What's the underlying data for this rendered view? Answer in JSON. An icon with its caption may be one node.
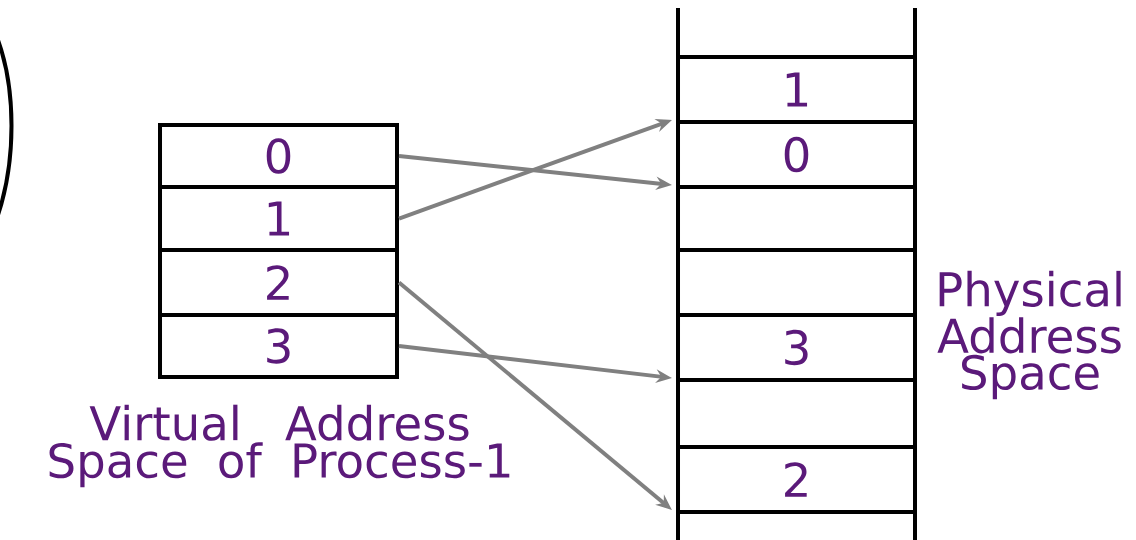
{
  "diagram": {
    "nodes": [
      {
        "text": [
          "Virtual Address Space of Process-1"
        ]
      },
      {
        "text": [
          "0"
        ],
        "in": 0
      },
      {
        "text": [
          "1"
        ],
        "in": 0
      },
      {
        "text": [
          "2"
        ],
        "in": 0
      },
      {
        "text": [
          "3"
        ],
        "in": 0
      },
      {
        "text": [
          "Physical Address Space"
        ]
      },
      {
        "text": [
          "1"
        ],
        "in": 5
      },
      {
        "text": [
          "0"
        ],
        "in": 5
      },
      {
        "text": [],
        "shape": "box",
        "in": 5
      },
      {
        "text": [],
        "shape": "box",
        "in": 5
      },
      {
        "text": [
          "3"
        ],
        "in": 5
      },
      {
        "text": [],
        "shape": "box",
        "in": 5
      },
      {
        "text": [
          "2"
        ],
        "in": 5
      }
    ],
    "edges": [
      {
        "from": 1,
        "to": 7,
        "arrow": "to"
      },
      {
        "from": 2,
        "to": 6,
        "arrow": "to"
      },
      {
        "from": 3,
        "to": 12,
        "arrow": "to"
      },
      {
        "from": 4,
        "to": 10,
        "arrow": "to"
      }
    ]
  }
}
